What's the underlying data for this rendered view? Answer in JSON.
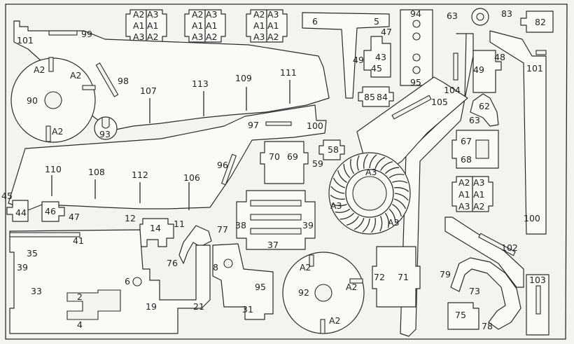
{
  "blocks": {
    "b1": [
      "A2",
      "A3",
      "A1",
      "A1",
      "A3",
      "A2"
    ],
    "b2": [
      "A2",
      "A3",
      "A1",
      "A1",
      "A3",
      "A2"
    ],
    "b3": [
      "A2",
      "A3",
      "A1",
      "A1",
      "A3",
      "A2"
    ],
    "b4": [
      "A2",
      "A3",
      "A1",
      "A1",
      "A3",
      "A2"
    ]
  },
  "labels": {
    "l101a": "101",
    "l99": "99",
    "l6": "6",
    "l5": "5",
    "l47a": "47",
    "l49a": "49",
    "l43": "43",
    "l45a": "45",
    "l85": "85",
    "l84": "84",
    "l94": "94",
    "l95a": "95",
    "l63a": "63",
    "l83": "83",
    "l82": "82",
    "l48": "48",
    "l49b": "49",
    "l101b": "101",
    "l104": "104",
    "l105": "105",
    "l62": "62",
    "l63b": "63",
    "l67": "67",
    "l68": "68",
    "l98": "98",
    "l107": "107",
    "l113": "113",
    "l109": "109",
    "l111": "111",
    "l90": "90",
    "l93": "93",
    "w90t": "A2",
    "w90r": "A2",
    "w90b": "A2",
    "l97": "97",
    "l100a": "100",
    "l96": "96",
    "l70": "70",
    "l69": "69",
    "l58": "58",
    "l59": "59",
    "r1": "A3",
    "r2": "A3",
    "r3": "A3",
    "l110": "110",
    "l108": "108",
    "l112": "112",
    "l106": "106",
    "l45b": "45",
    "l44": "44",
    "l46": "46",
    "l47b": "47",
    "l12": "12",
    "l14": "14",
    "l11": "11",
    "l77": "77",
    "l76": "76",
    "l41": "41",
    "l35": "35",
    "l39a": "39",
    "l33": "33",
    "l2": "2",
    "l4": "4",
    "l6b": "6",
    "l19": "19",
    "l21": "21",
    "l8": "8",
    "l95b": "95",
    "l31": "31",
    "l38": "38",
    "l39b": "39",
    "l37": "37",
    "l92": "92",
    "w92l": "A2",
    "w92r": "A2",
    "w92b": "A2",
    "l72": "72",
    "l71": "71",
    "l100b": "100",
    "l102": "102",
    "l79": "79",
    "l73": "73",
    "l75": "75",
    "l78": "78",
    "l103": "103"
  }
}
